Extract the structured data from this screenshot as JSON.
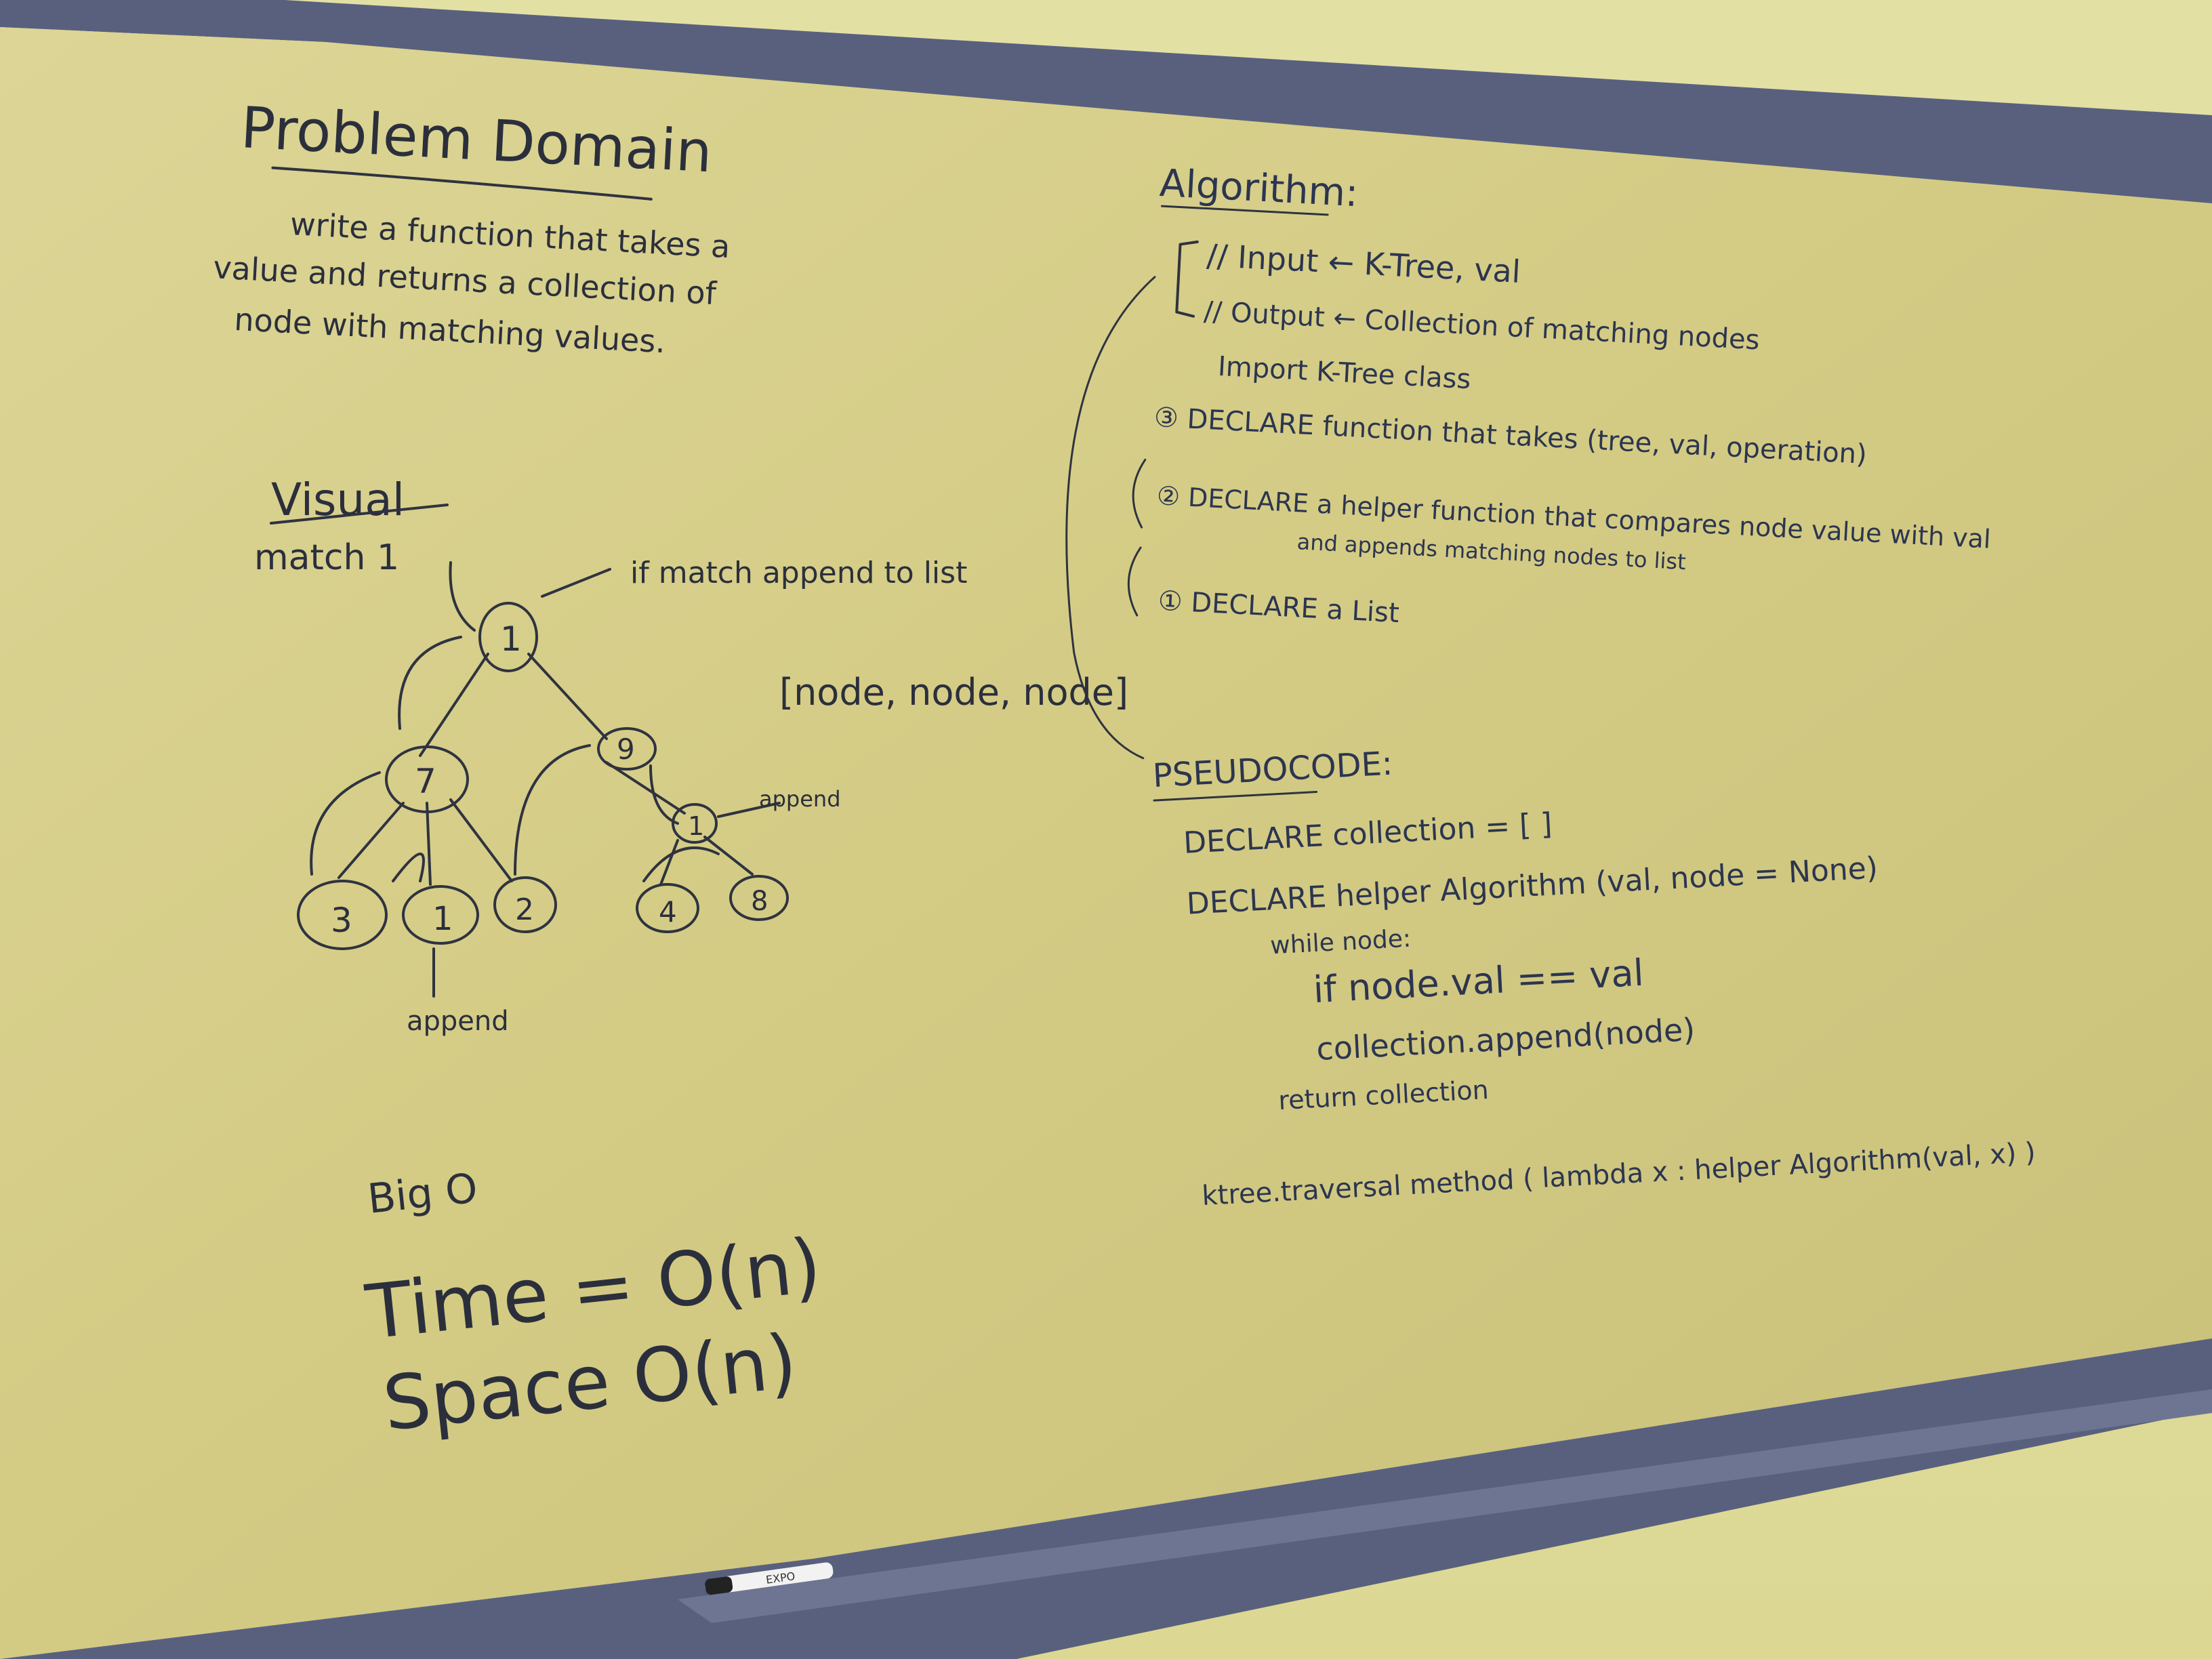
{
  "board": {
    "problem_domain": {
      "title": "Problem Domain",
      "lines": [
        "write a function that takes a",
        "value and returns a collection of",
        "node with matching values."
      ]
    },
    "visual": {
      "title": "Visual",
      "subtitle": "match 1",
      "annotation_top": "if match append to list",
      "result_list": "[node, node, node]",
      "append_label": "append",
      "append_label_right": "append",
      "tree_nodes": [
        "1",
        "7",
        "9",
        "3",
        "1",
        "2",
        "1",
        "4",
        "8"
      ]
    },
    "algorithm": {
      "title": "Algorithm:",
      "lines": [
        "// Input ← K-Tree, val",
        "// Output ← Collection of matching nodes",
        "Import K-Tree class",
        "③ DECLARE function that takes (tree, val, operation)",
        "② DECLARE a helper function that compares node value with val",
        "and appends matching nodes to list",
        "① DECLARE a List"
      ]
    },
    "pseudocode": {
      "title": "PSEUDOCODE:",
      "lines": [
        "DECLARE collection = [ ]",
        "DECLARE helper Algorithm (val, node = None)",
        "while node:",
        "if node.val == val",
        "collection.append(node)",
        "return collection",
        "ktree.traversal method ( lambda x : helper Algorithm(val, x) )"
      ]
    },
    "big_o": {
      "title": "Big O",
      "time": "Time = O(n)",
      "space": "Space O(n)"
    },
    "marker_label": "EXPO"
  },
  "colors": {
    "wall": "#e6e3a8",
    "board": "#d8d28f",
    "frame": "#5b6380",
    "ink": "#2b2f3c"
  }
}
